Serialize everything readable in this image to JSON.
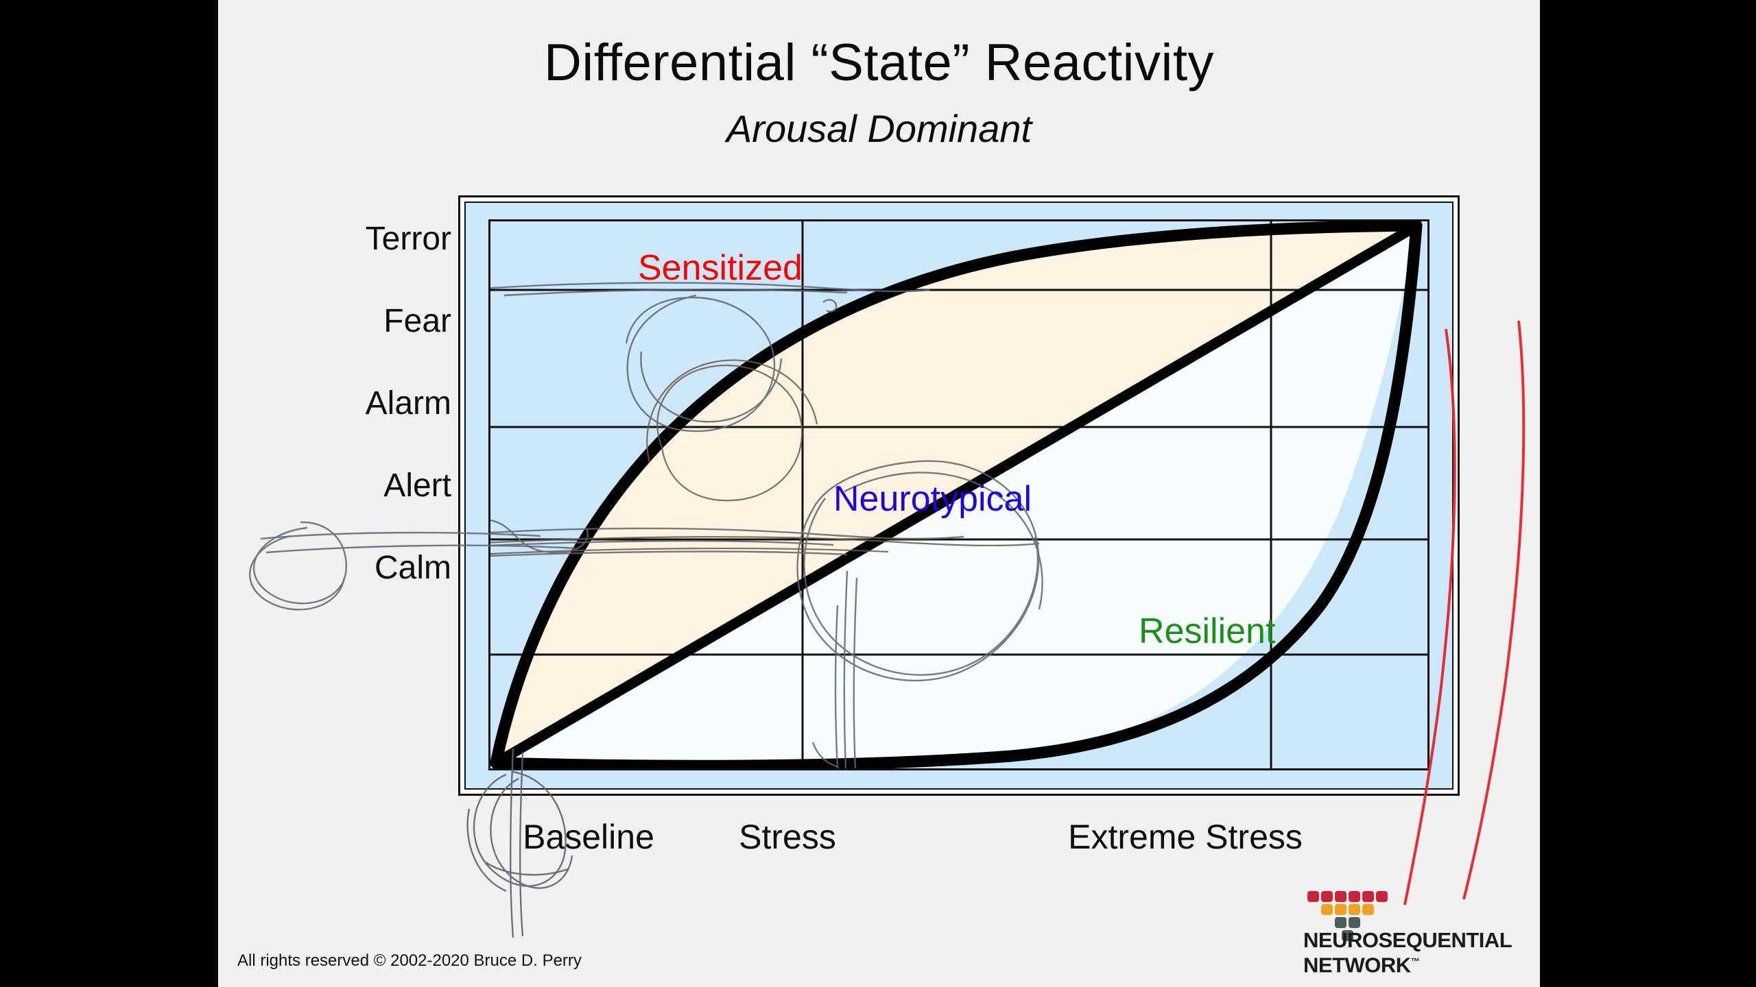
{
  "slide": {
    "title": "Differential “State” Reactivity",
    "subtitle": "Arousal Dominant",
    "footer": "All rights reserved © 2002-2020 Bruce D. Perry",
    "background_color": "#f1f1f0"
  },
  "logo": {
    "line1": "NEUROSEQUENTIAL",
    "line2": "NETWORK",
    "trademark": "™",
    "pyramid_colors": [
      "#c8253c",
      "#f0a121",
      "#4a5f5a"
    ]
  },
  "chart_data": {
    "type": "line",
    "title": "Differential “State” Reactivity",
    "subtitle": "Arousal Dominant",
    "xlabel": "",
    "ylabel": "",
    "grid": true,
    "legend_position": "inline-annotations",
    "x_categories": [
      "Baseline",
      "Stress",
      "Extreme Stress"
    ],
    "x_tick_positions": [
      0.1,
      0.5,
      0.9
    ],
    "y_categories": [
      "Calm",
      "Alert",
      "Alarm",
      "Fear",
      "Terror"
    ],
    "y_tick_positions": [
      0.1,
      0.3,
      0.5,
      0.7,
      0.9
    ],
    "xlim": [
      0,
      1
    ],
    "ylim": [
      0,
      1
    ],
    "gridlines": {
      "vertical_x": [
        0.333,
        0.833
      ],
      "horizontal_y": [
        0.125,
        0.375,
        0.58,
        0.79
      ]
    },
    "series": [
      {
        "name": "Sensitized",
        "color": "#ff0000",
        "label_x": 0.18,
        "label_y": 0.88,
        "description": "Upper bounding curve — steep early rise from Baseline/Calm to Terror, reaching Terror well before Extreme Stress",
        "points": [
          [
            0.0,
            0.02
          ],
          [
            0.05,
            0.22
          ],
          [
            0.12,
            0.42
          ],
          [
            0.22,
            0.6
          ],
          [
            0.34,
            0.74
          ],
          [
            0.5,
            0.85
          ],
          [
            0.68,
            0.93
          ],
          [
            0.85,
            0.975
          ],
          [
            1.0,
            1.0
          ]
        ]
      },
      {
        "name": "Neurotypical",
        "color": "#2200dd",
        "label_x": 0.44,
        "label_y": 0.49,
        "description": "Straight diagonal — linear increase in arousal state with increasing stress",
        "points": [
          [
            0.0,
            0.0
          ],
          [
            1.0,
            1.0
          ]
        ]
      },
      {
        "name": "Resilient",
        "color": "#1a8f1a",
        "label_x": 0.73,
        "label_y": 0.14,
        "description": "Lower bounding curve — stays Calm/Alert through most stress, only rising sharply near Extreme Stress",
        "points": [
          [
            0.0,
            0.0
          ],
          [
            0.16,
            0.005
          ],
          [
            0.34,
            0.02
          ],
          [
            0.52,
            0.06
          ],
          [
            0.68,
            0.14
          ],
          [
            0.8,
            0.27
          ],
          [
            0.9,
            0.47
          ],
          [
            0.96,
            0.73
          ],
          [
            1.0,
            1.0
          ]
        ]
      }
    ],
    "regions": [
      {
        "name": "sensitized-band",
        "fill": "#fdf3e1",
        "note": "cream band above the diagonal, inside the lens"
      },
      {
        "name": "resilient-band",
        "fill": "#f8fdff",
        "note": "near-white band below the diagonal, inside the lens"
      },
      {
        "name": "outside-lens",
        "fill": "#cde8fb",
        "note": "light blue plot background outside the lens"
      }
    ],
    "annotations": [
      {
        "name": "pencil-loop-sensitized",
        "note": "hand-drawn circle around the Sensitized curve near Fear/Terror"
      },
      {
        "name": "pencil-loop-neurotypical",
        "note": "hand-drawn oval around the Neurotypical diagonal midpoint"
      },
      {
        "name": "pencil-line-alert",
        "note": "hand-drawn horizontal sweep at the Alert level extending off the left of the plot"
      },
      {
        "name": "pencil-loop-stress",
        "note": "hand-drawn loop around the Stress x-axis label"
      },
      {
        "name": "red-pen-marks",
        "note": "two red ink strokes on the right margin of the slide"
      }
    ]
  },
  "axes": {
    "y_labels": [
      "Terror",
      "Fear",
      "Alarm",
      "Alert",
      "Calm"
    ],
    "x_labels": [
      "Baseline",
      "Stress",
      "Extreme Stress"
    ]
  },
  "region_labels": [
    {
      "text": "Sensitized",
      "color": "#ff0000"
    },
    {
      "text": "Neurotypical",
      "color": "#2200dd"
    },
    {
      "text": "Resilient",
      "color": "#1a8f1a"
    }
  ]
}
